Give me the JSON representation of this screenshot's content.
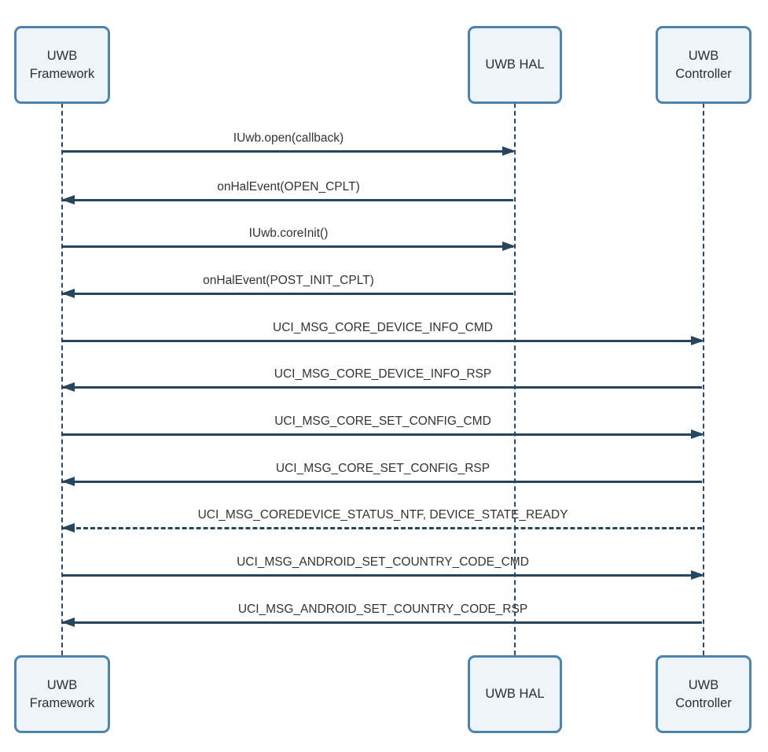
{
  "diagram": {
    "type": "uml-sequence",
    "participants": [
      {
        "id": "uwb-framework",
        "name": "UWB Framework"
      },
      {
        "id": "uwb-hal",
        "name": "UWB HAL"
      },
      {
        "id": "uwb-controller",
        "name": "UWB Controller"
      }
    ],
    "messages": [
      {
        "from": "UWB Framework",
        "to": "UWB HAL",
        "label": "IUwb.open(callback)",
        "line_style": "solid"
      },
      {
        "from": "UWB HAL",
        "to": "UWB Framework",
        "label": "onHalEvent(OPEN_CPLT)",
        "line_style": "solid"
      },
      {
        "from": "UWB Framework",
        "to": "UWB HAL",
        "label": "IUwb.coreInit()",
        "line_style": "solid"
      },
      {
        "from": "UWB HAL",
        "to": "UWB Framework",
        "label": "onHalEvent(POST_INIT_CPLT)",
        "line_style": "solid"
      },
      {
        "from": "UWB Framework",
        "to": "UWB Controller",
        "label": "UCI_MSG_CORE_DEVICE_INFO_CMD",
        "line_style": "solid"
      },
      {
        "from": "UWB Controller",
        "to": "UWB Framework",
        "label": "UCI_MSG_CORE_DEVICE_INFO_RSP",
        "line_style": "solid"
      },
      {
        "from": "UWB Framework",
        "to": "UWB Controller",
        "label": "UCI_MSG_CORE_SET_CONFIG_CMD",
        "line_style": "solid"
      },
      {
        "from": "UWB Controller",
        "to": "UWB Framework",
        "label": "UCI_MSG_CORE_SET_CONFIG_RSP",
        "line_style": "solid"
      },
      {
        "from": "UWB Controller",
        "to": "UWB Framework",
        "label": "UCI_MSG_COREDEVICE_STATUS_NTF, DEVICE_STATE_READY",
        "line_style": "dashed"
      },
      {
        "from": "UWB Framework",
        "to": "UWB Controller",
        "label": "UCI_MSG_ANDROID_SET_COUNTRY_CODE_CMD",
        "line_style": "solid"
      },
      {
        "from": "UWB Controller",
        "to": "UWB Framework",
        "label": "UCI_MSG_ANDROID_SET_COUNTRY_CODE_RSP",
        "line_style": "solid"
      }
    ],
    "colors": {
      "background": "#ffffff",
      "box_fill": "#edf5fb",
      "box_border": "#4d84ae",
      "lifeline": "#2b4a68",
      "arrow": "#26455f",
      "text": "#2e2e2e"
    }
  }
}
